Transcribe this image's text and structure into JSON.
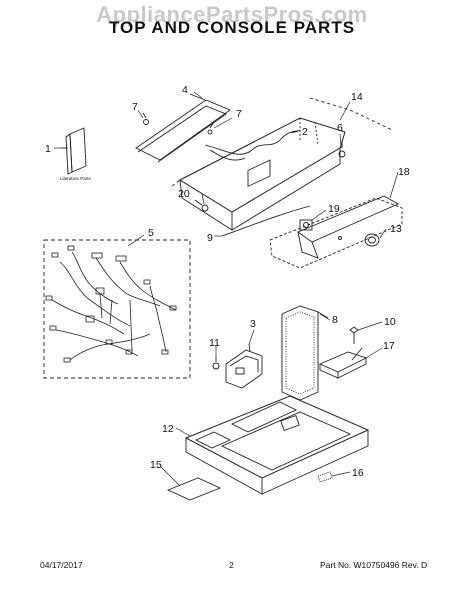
{
  "watermark": "AppliancePartsPros.com",
  "title": "TOP AND CONSOLE PARTS",
  "literature_label": "Literature Parts",
  "callouts": [
    "1",
    "2",
    "3",
    "4",
    "5",
    "6",
    "7",
    "7",
    "8",
    "9",
    "10",
    "11",
    "12",
    "13",
    "14",
    "15",
    "16",
    "17",
    "18",
    "19",
    "20"
  ],
  "footer": {
    "date": "04/17/2017",
    "page": "2",
    "part_number": "Part No.  W10750496  Rev.  D"
  }
}
